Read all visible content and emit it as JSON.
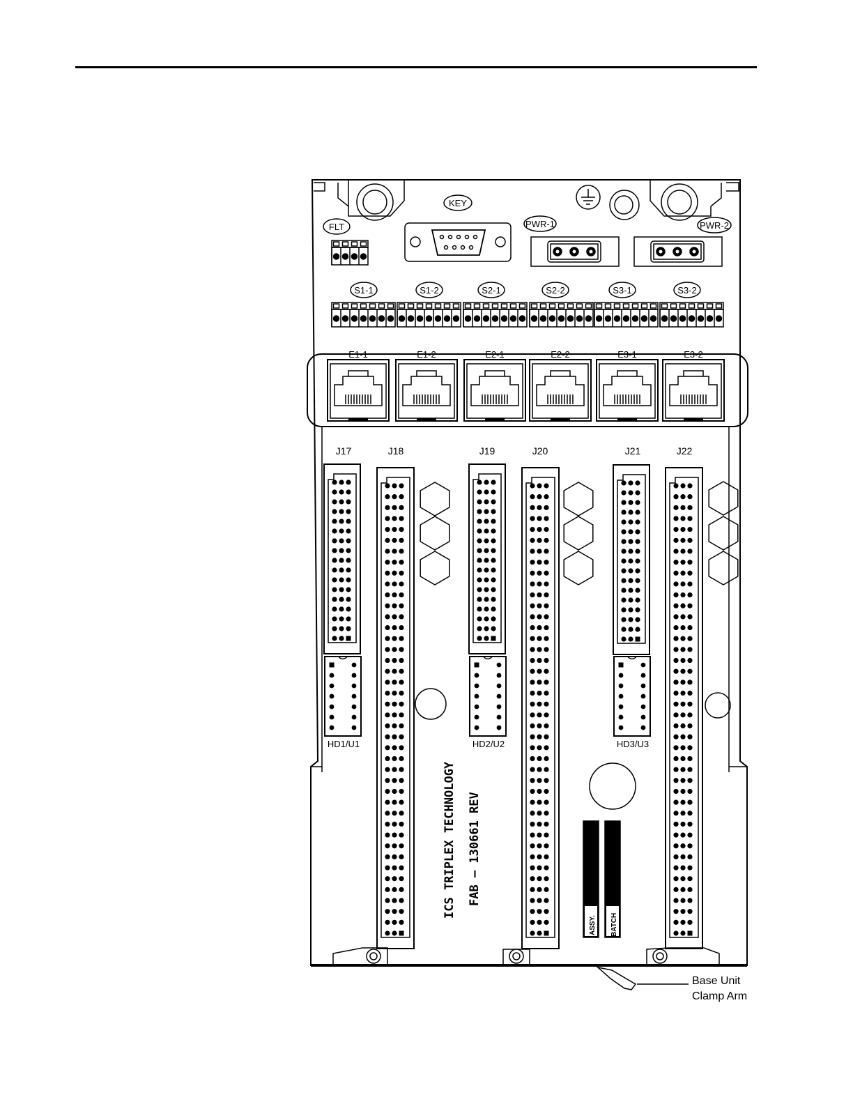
{
  "labels": {
    "key": "KEY",
    "flt": "FLT",
    "pwr": [
      "PWR-1",
      "PWR-2"
    ],
    "serial": [
      "S1-1",
      "S1-2",
      "S2-1",
      "S2-2",
      "S3-1",
      "S3-2"
    ],
    "ethernet": [
      "E1-1",
      "E1-2",
      "E2-1",
      "E2-2",
      "E3-1",
      "E3-2"
    ],
    "jacks": [
      "J17",
      "J18",
      "J19",
      "J20",
      "J21",
      "J22"
    ],
    "hd": [
      "HD1/U1",
      "HD2/U2",
      "HD3/U3"
    ],
    "board_text": [
      "ICS TRIPLEX TECHNOLOGY",
      "FAB – 130661 REV"
    ],
    "assy": "ASSY.",
    "batch": "BATCH",
    "clamp_callout": [
      "Base Unit",
      "Clamp Arm"
    ]
  },
  "colors": {
    "ink": "#000000",
    "paper": "#ffffff"
  }
}
